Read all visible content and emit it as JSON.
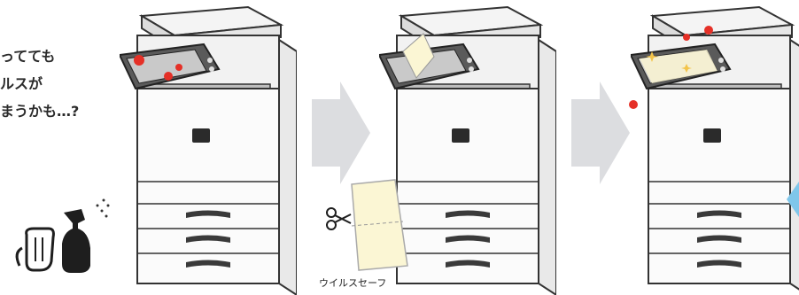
{
  "caption": {
    "line1": "ってても",
    "line2": "ルスが",
    "line3": "まうかも…?"
  },
  "film": {
    "label": "ウイルスセーフ"
  },
  "colors": {
    "virus_red": "#e53027",
    "film_cream": "#fbf6d4",
    "arrow_gray": "#dcdde0",
    "panel_dark": "#4a4a4a",
    "accent_blue": "#7fc6ea"
  }
}
